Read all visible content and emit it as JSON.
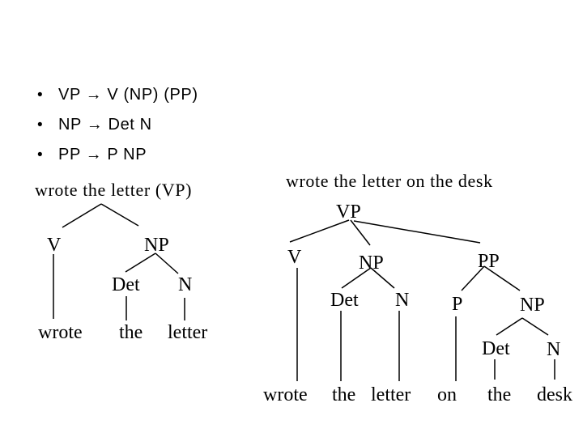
{
  "colors": {
    "background": "#ffffff",
    "text": "#000000",
    "edge": "#000000"
  },
  "rules": {
    "bullet": "•",
    "items": [
      "VP → V (NP) (PP)",
      "NP → Det N",
      "PP → P NP"
    ]
  },
  "left_tree": {
    "title": "wrote the letter (VP)",
    "nodes": {
      "v": "V",
      "np": "NP",
      "det": "Det",
      "n": "N"
    },
    "leaves": {
      "wrote": "wrote",
      "the": "the",
      "letter": "letter"
    }
  },
  "right_tree": {
    "title": "wrote the letter on the desk",
    "nodes": {
      "vp": "VP",
      "v": "V",
      "np1": "NP",
      "pp": "PP",
      "det1": "Det",
      "n1": "N",
      "p": "P",
      "np2": "NP",
      "det2": "Det",
      "n2": "N"
    },
    "leaves": {
      "wrote": "wrote",
      "the1": "the",
      "letter": "letter",
      "on": "on",
      "the2": "the",
      "desk": "desk"
    }
  }
}
